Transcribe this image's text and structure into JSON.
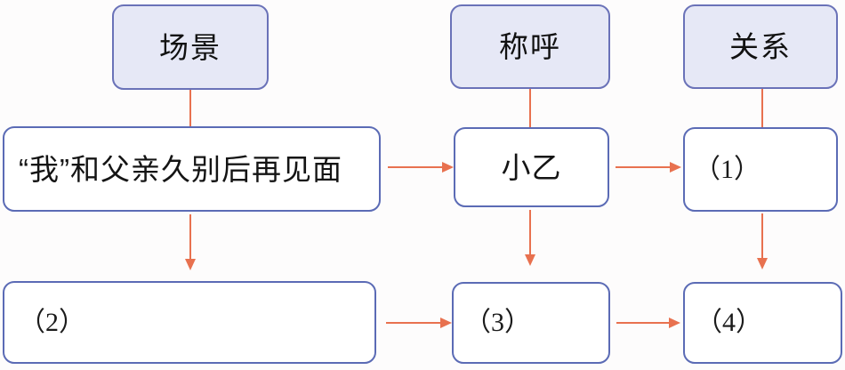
{
  "diagram": {
    "title_row": {
      "scene": "场景",
      "appellation": "称呼",
      "relation": "关系"
    },
    "row_middle": {
      "scene_text": "“我”和父亲久别后再见面",
      "appellation_text": "小乙",
      "relation_text": "（1）"
    },
    "row_bottom": {
      "scene_text": "（2）",
      "appellation_text": "（3）",
      "relation_text": "（4）"
    },
    "colors": {
      "border": "#5b6bb5",
      "header_fill": "#e6e8f6",
      "arrow": "#e8714f",
      "text": "#1a1a1a",
      "background": "#fdfcfc"
    }
  }
}
